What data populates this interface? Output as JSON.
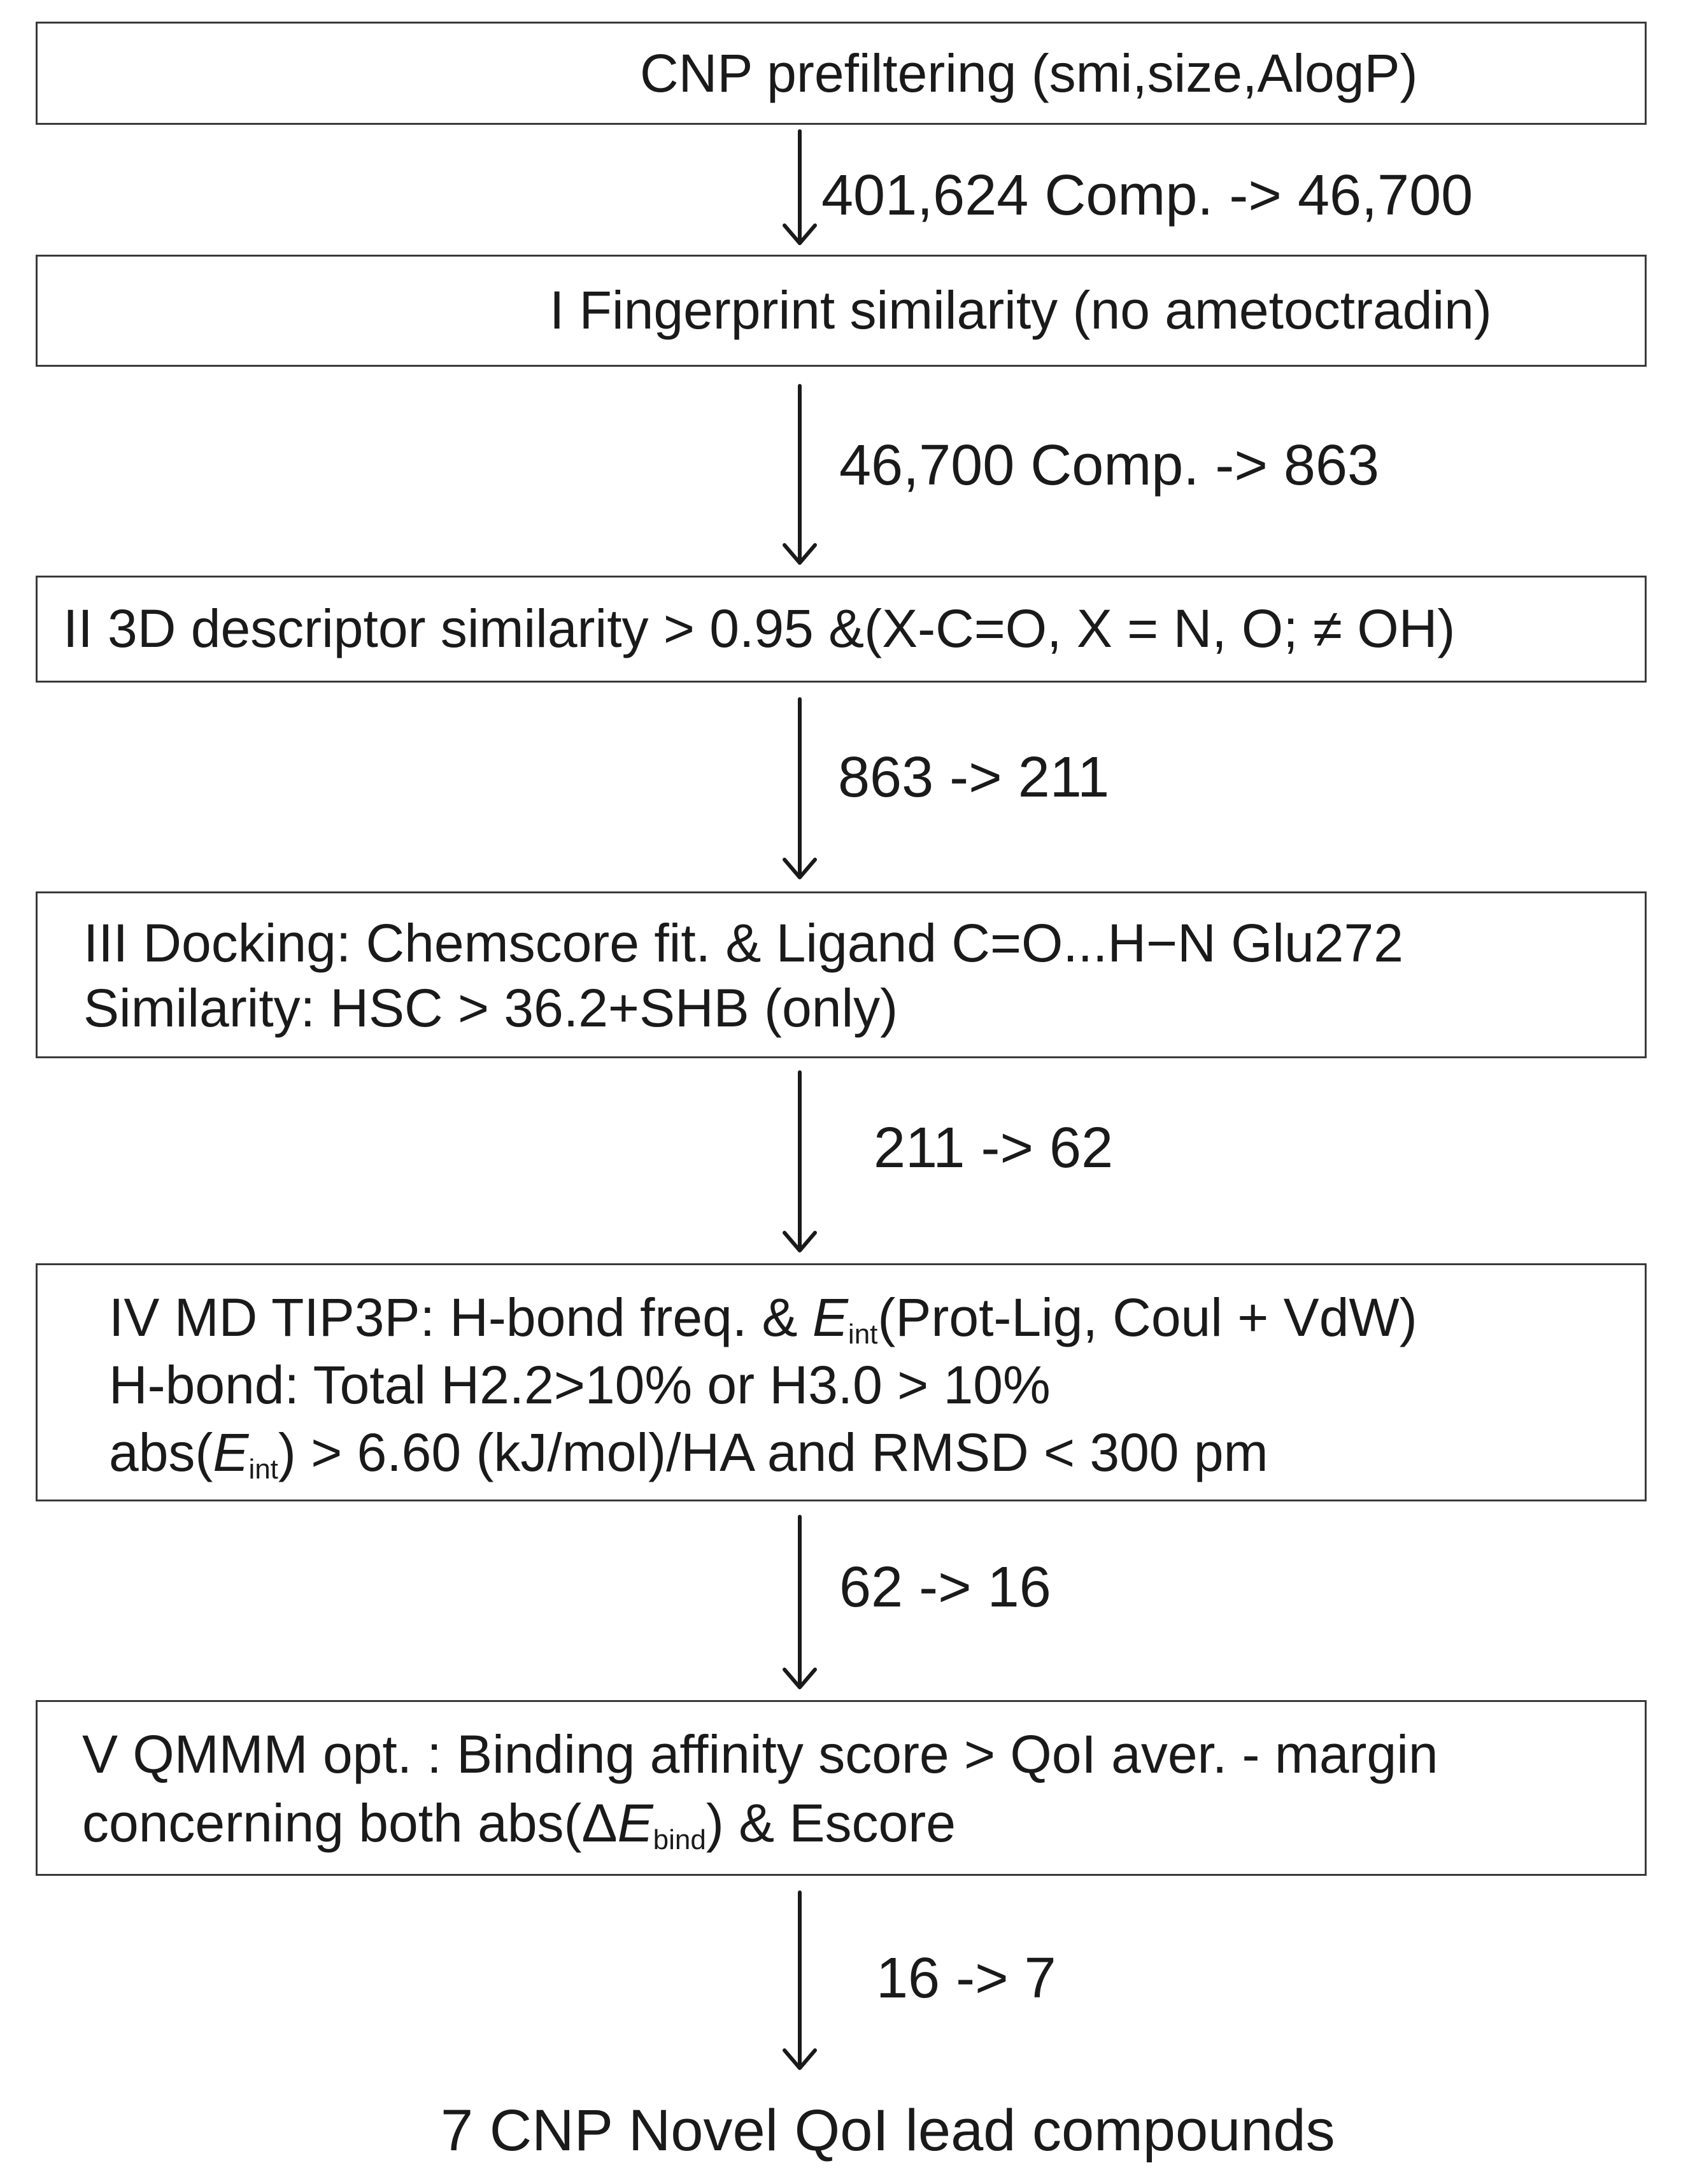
{
  "stages": [
    {
      "lines": [
        {
          "text": "CNP prefiltering (smi,size,AlogP)"
        }
      ]
    },
    {
      "lines": [
        {
          "text": "I Fingerprint similarity (no ametoctradin)"
        }
      ]
    },
    {
      "lines": [
        {
          "text": "II 3D descriptor similarity > 0.95 &(X-C=O, X = N, O; ≠ OH)"
        }
      ]
    },
    {
      "lines": [
        {
          "text": "III Docking: Chemscore fit. & Ligand C=O...H−N Glu272"
        },
        {
          "text": "Similarity: HSC > 36.2+SHB (only)"
        }
      ]
    },
    {
      "lines": [
        {
          "pre": "IV MD TIP3P: H-bond freq. & ",
          "sym": "E",
          "sub": "int",
          "post": "(Prot-Lig, Coul + VdW)"
        },
        {
          "text": "H-bond: Total H2.2>10% or H3.0 > 10%"
        },
        {
          "pre": "abs(",
          "sym": "E",
          "sub": "int",
          "post": ") > 6.60 (kJ/mol)/HA and RMSD < 300 pm"
        }
      ]
    },
    {
      "lines": [
        {
          "text": "V QMMM opt. : Binding affinity score > QoI aver. - margin"
        },
        {
          "pre": "concerning both abs(Δ",
          "sym": "E",
          "sub": "bind",
          "post": ") & Escore"
        }
      ]
    }
  ],
  "transitions": [
    "401,624 Comp. -> 46,700",
    "46,700 Comp. -> 863",
    "863 -> 211",
    "211 -> 62",
    "62 -> 16",
    "16 -> 7"
  ],
  "result": "7 CNP Novel QoI lead compounds"
}
